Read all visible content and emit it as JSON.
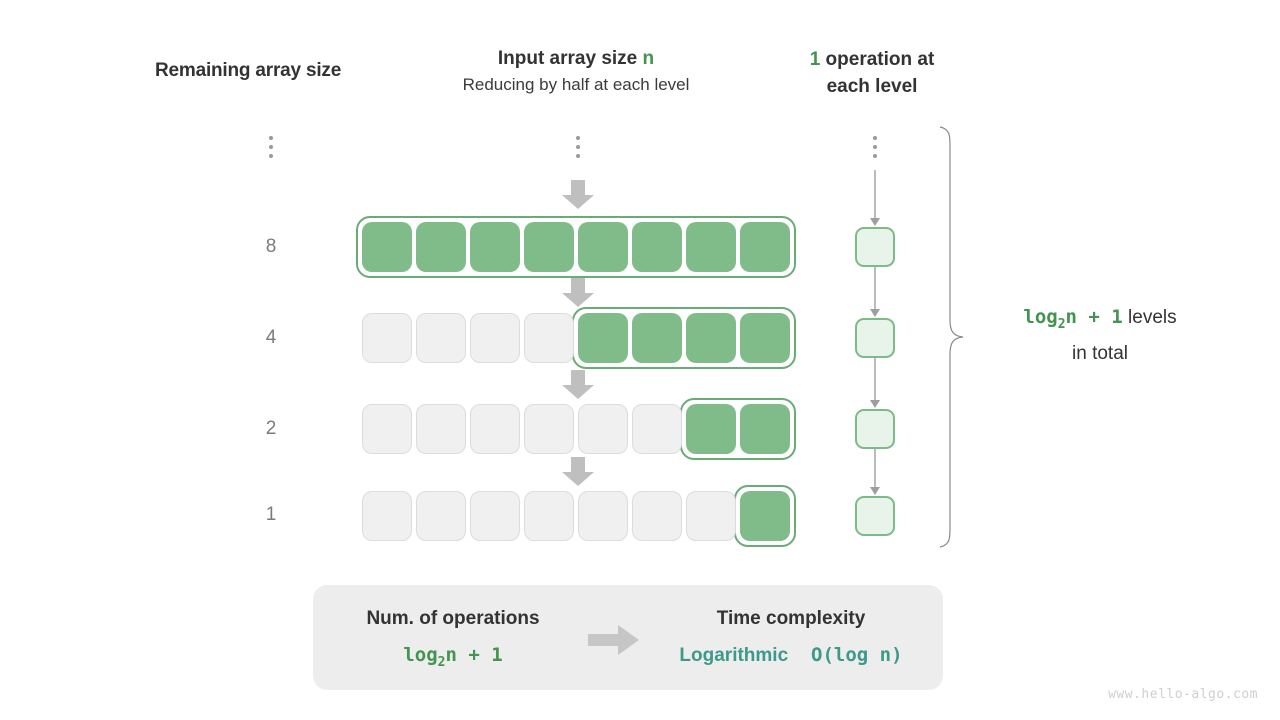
{
  "headers": {
    "left": "Remaining array size",
    "mid_title_prefix": "Input array size ",
    "mid_title_var": "n",
    "mid_subtitle": "Reducing by half at each level",
    "right_count": "1",
    "right_line1_rest": " operation at",
    "right_line2": "each level"
  },
  "rows": [
    {
      "label": "8",
      "total_cells": 8,
      "filled_from": 0,
      "filled_count": 8
    },
    {
      "label": "4",
      "total_cells": 8,
      "filled_from": 4,
      "filled_count": 4
    },
    {
      "label": "2",
      "total_cells": 8,
      "filled_from": 6,
      "filled_count": 2
    },
    {
      "label": "1",
      "total_cells": 8,
      "filled_from": 7,
      "filled_count": 1
    }
  ],
  "operations_per_level": [
    "1",
    "1",
    "1",
    "1"
  ],
  "brace_caption": {
    "formula_base": "log",
    "formula_sub": "2",
    "formula_rest": "n + 1",
    "line1_suffix": " levels",
    "line2": "in total"
  },
  "summary": {
    "left_title": "Num. of operations",
    "left_value_base": "log",
    "left_value_sub": "2",
    "left_value_rest": "n + 1",
    "arrow": "arrow-right-icon",
    "right_title": "Time complexity",
    "right_value_word": "Logarithmic",
    "right_value_notation": "O(log n)"
  },
  "colors": {
    "green_accent": "#43944e",
    "cell_filled": "#7fbc8a",
    "cell_empty": "#f0f0f0",
    "cell_empty_border": "#dcdcdc",
    "highlight_border": "#6aab78",
    "opbox_fill": "#e8f3e9",
    "opbox_border": "#7cba87",
    "teal": "#3d9a8b",
    "grey_arrow": "#bfbfbf",
    "panel_bg": "#ededed",
    "label_grey": "#7b7b7b"
  },
  "watermark": "www.hello-algo.com"
}
